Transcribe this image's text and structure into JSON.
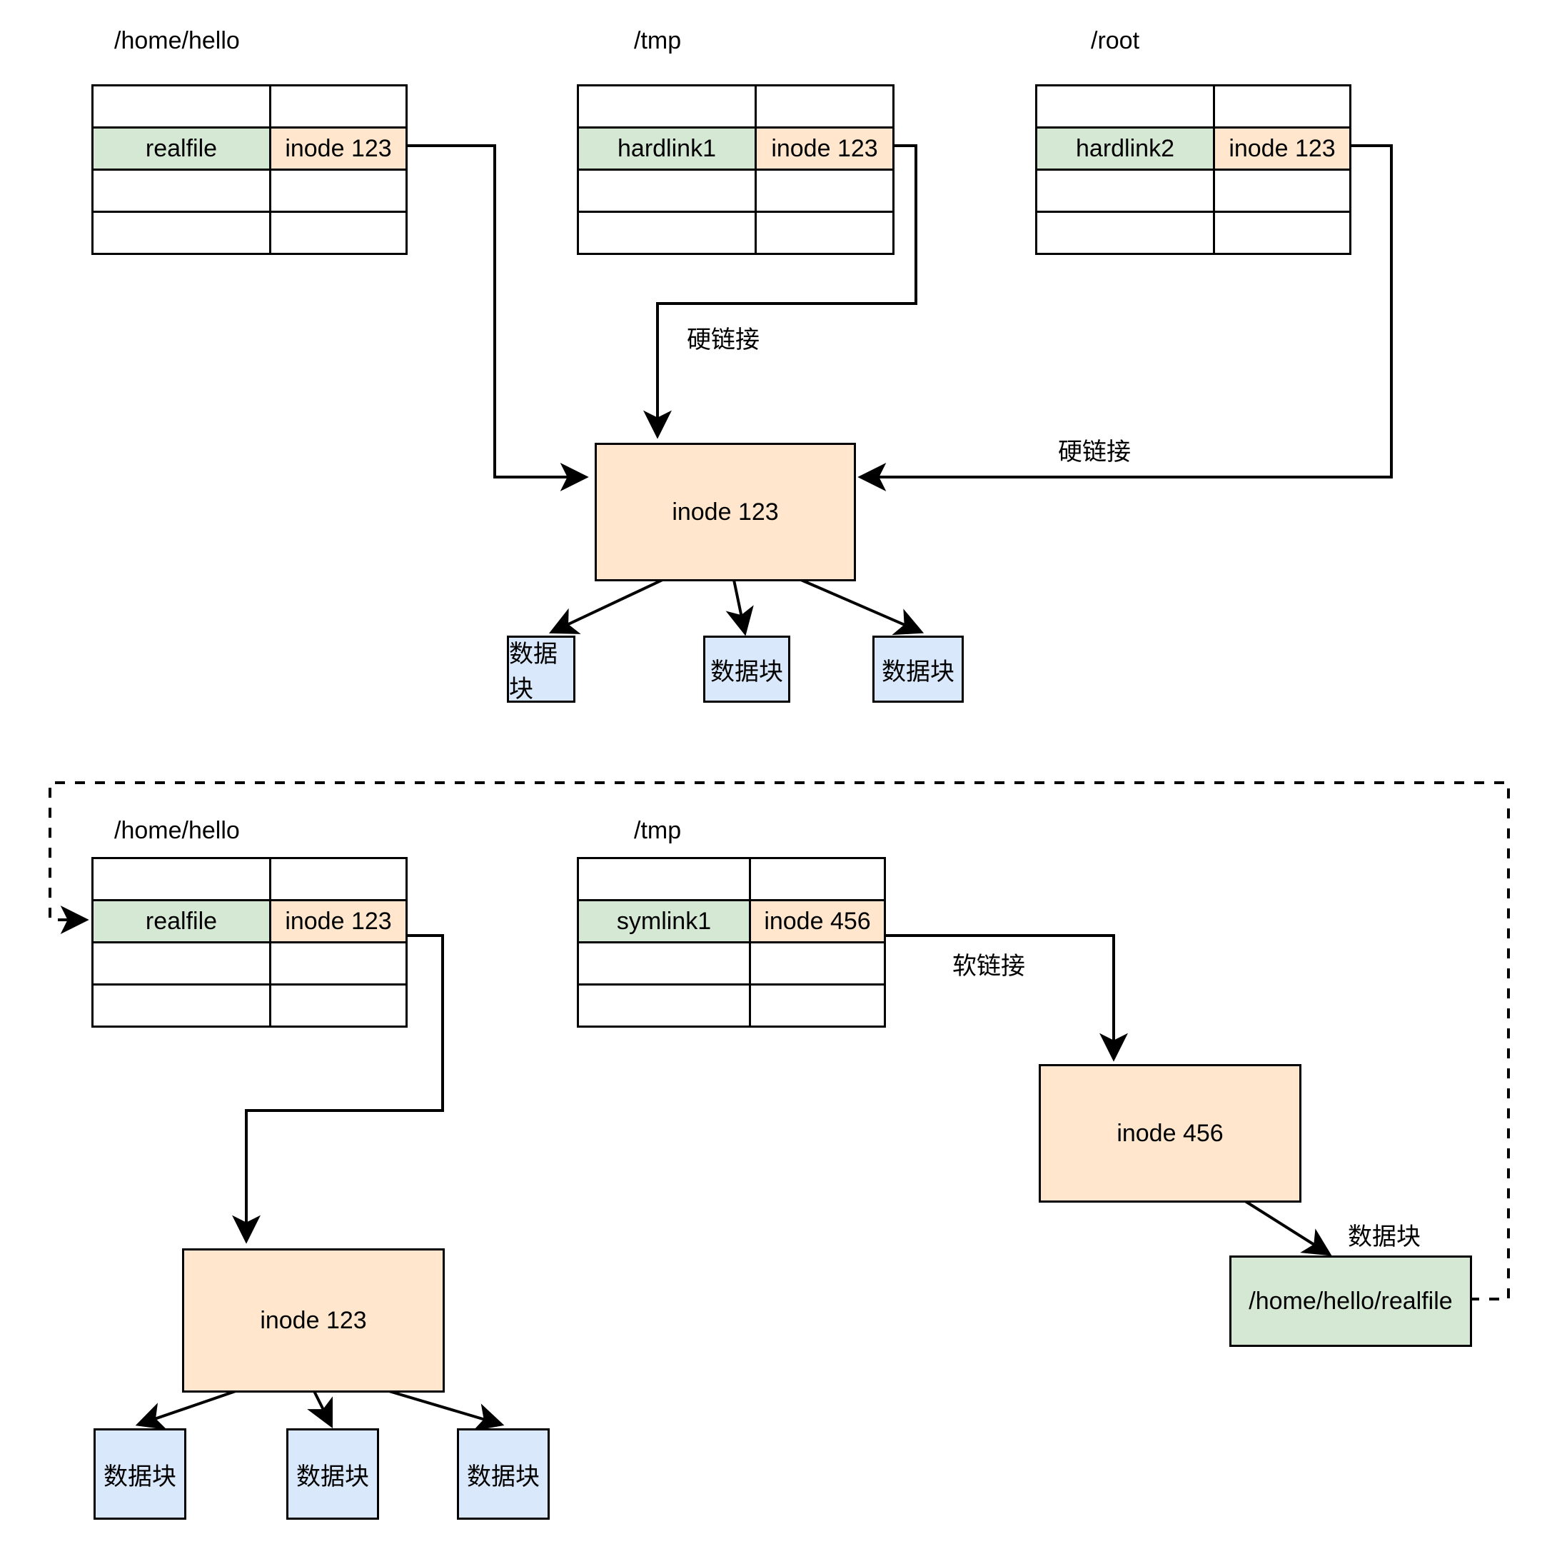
{
  "diagram": {
    "title_hidden": "",
    "colors": {
      "name_cell": "#d5e8d4",
      "inode_cell": "#ffe6cc",
      "inode_box": "#ffe6cc",
      "data_block": "#dae8fc",
      "target_box": "#d5e8d4",
      "stroke": "#000000",
      "background": "#ffffff"
    }
  },
  "hardlink_section": {
    "directories": [
      {
        "path_label": "/home/hello",
        "entry_name": "realfile",
        "entry_inode": "inode 123"
      },
      {
        "path_label": "/tmp",
        "entry_name": "hardlink1",
        "entry_inode": "inode 123"
      },
      {
        "path_label": "/root",
        "entry_name": "hardlink2",
        "entry_inode": "inode 123"
      }
    ],
    "edge_labels": [
      "硬链接",
      "硬链接"
    ],
    "inode_box": "inode 123",
    "data_blocks": [
      "数据块",
      "数据块",
      "数据块"
    ]
  },
  "symlink_section": {
    "directories": [
      {
        "path_label": "/home/hello",
        "entry_name": "realfile",
        "entry_inode": "inode 123"
      },
      {
        "path_label": "/tmp",
        "entry_name": "symlink1",
        "entry_inode": "inode 456"
      }
    ],
    "edge_labels": [
      "软链接",
      "数据块"
    ],
    "inode_boxes": [
      "inode 123",
      "inode 456"
    ],
    "data_blocks": [
      "数据块",
      "数据块",
      "数据块"
    ],
    "symlink_target": "/home/hello/realfile"
  }
}
